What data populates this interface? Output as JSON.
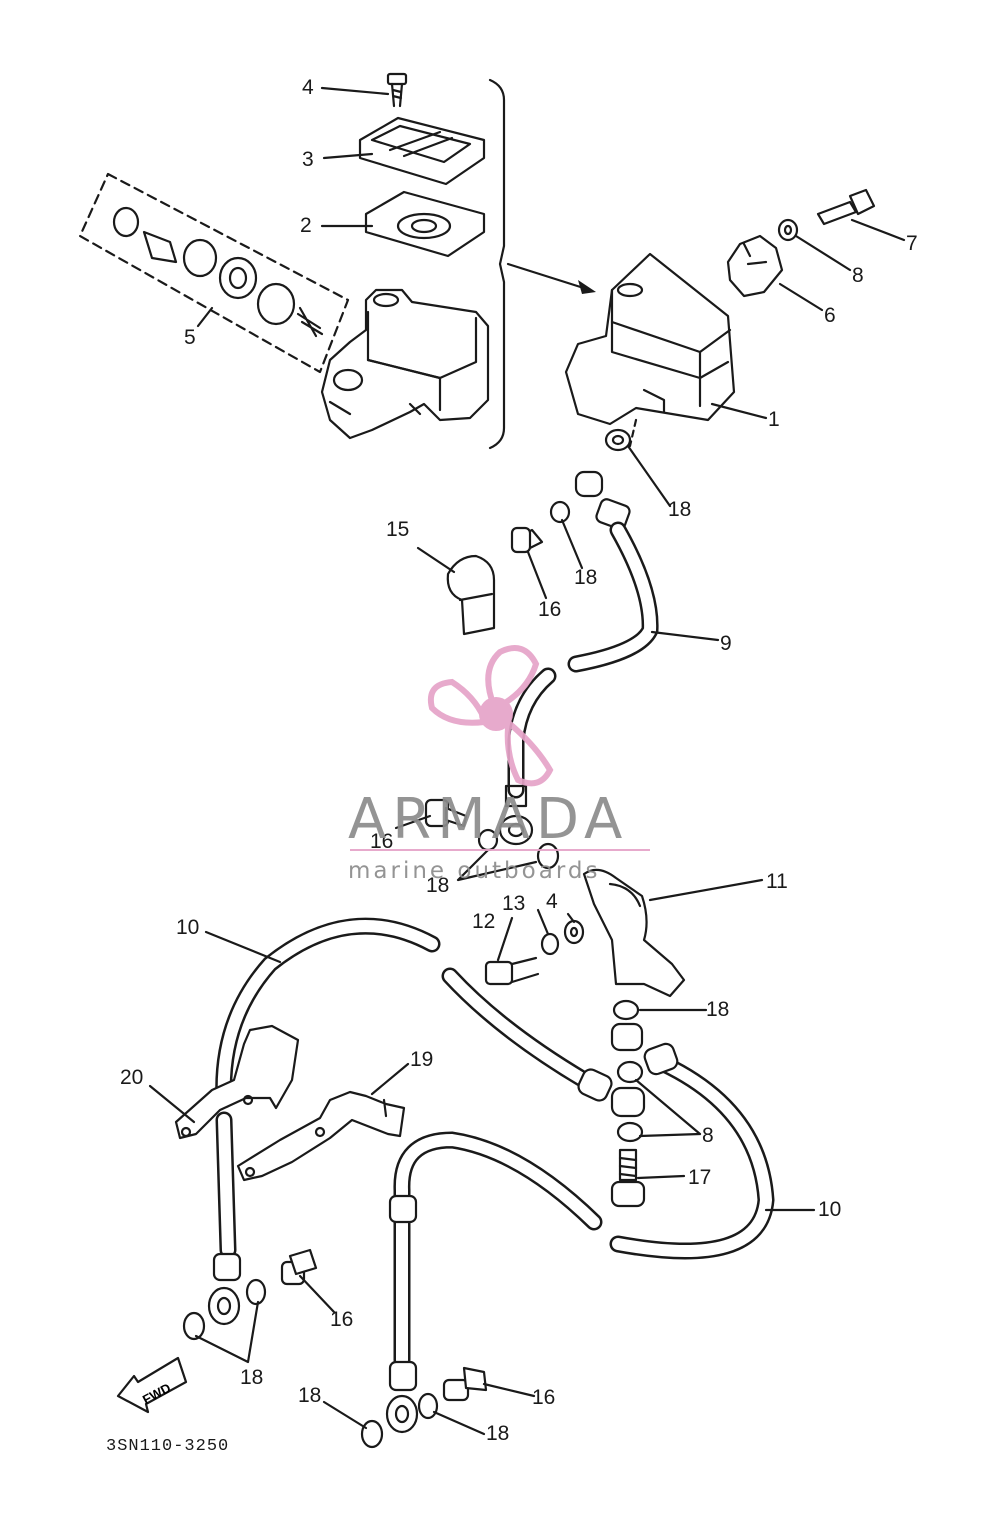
{
  "diagram": {
    "part_code": "3SN110-3250",
    "forward_marker": "FWD",
    "callouts": {
      "c1": "1",
      "c2": "2",
      "c3": "3",
      "c4a": "4",
      "c4b": "4",
      "c5": "5",
      "c6": "6",
      "c7": "7",
      "c8a": "8",
      "c8b": "8",
      "c9": "9",
      "c10a": "10",
      "c10b": "10",
      "c11": "11",
      "c12": "12",
      "c13": "13",
      "c15": "15",
      "c16a": "16",
      "c16b": "16",
      "c16c": "16",
      "c16d": "16",
      "c17": "17",
      "c18a": "18",
      "c18b": "18",
      "c18c": "18",
      "c18d": "18",
      "c18e": "18",
      "c18f": "18",
      "c18g": "18",
      "c19": "19",
      "c20": "20"
    }
  },
  "watermark": {
    "brand": "ARMADA",
    "tagline": "marine outboards",
    "colors": {
      "pink": "#e6a3c8",
      "gray": "#8c8c8c"
    }
  }
}
